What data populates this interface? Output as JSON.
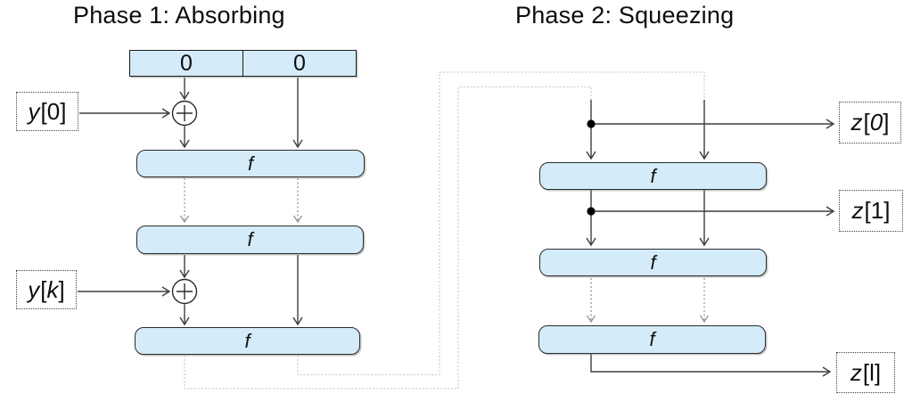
{
  "titles": {
    "phase1": "Phase 1: Absorbing",
    "phase2": "Phase 2: Squeezing"
  },
  "state_register": {
    "cells": [
      "0",
      "0"
    ]
  },
  "function_block_label": "f",
  "io": {
    "y0": {
      "var": "y",
      "open": "[",
      "idx": "0",
      "close": "]"
    },
    "yk": {
      "var": "y",
      "open": "[",
      "idx": "k",
      "close": "]"
    },
    "z0": {
      "var": "z",
      "open": "[",
      "idx": "0",
      "close": "]"
    },
    "z1": {
      "var": "z",
      "open": "[",
      "idx": "1",
      "close": "]"
    },
    "zl": {
      "var": "z",
      "open": "[",
      "idx": "l",
      "close": "]"
    }
  },
  "icons": {
    "xor": "⊕",
    "junction_dot": "●",
    "arrowhead": "open-chevron"
  },
  "colors": {
    "block_fill": "#d4ecf9",
    "block_stroke": "#2b2b2b",
    "solid_wire": "#3d3d3d",
    "dotted_arrow": "#8f8f8f",
    "feedback_loop": "#c6c6c6",
    "text": "#0d0d0d",
    "background": "#ffffff"
  }
}
